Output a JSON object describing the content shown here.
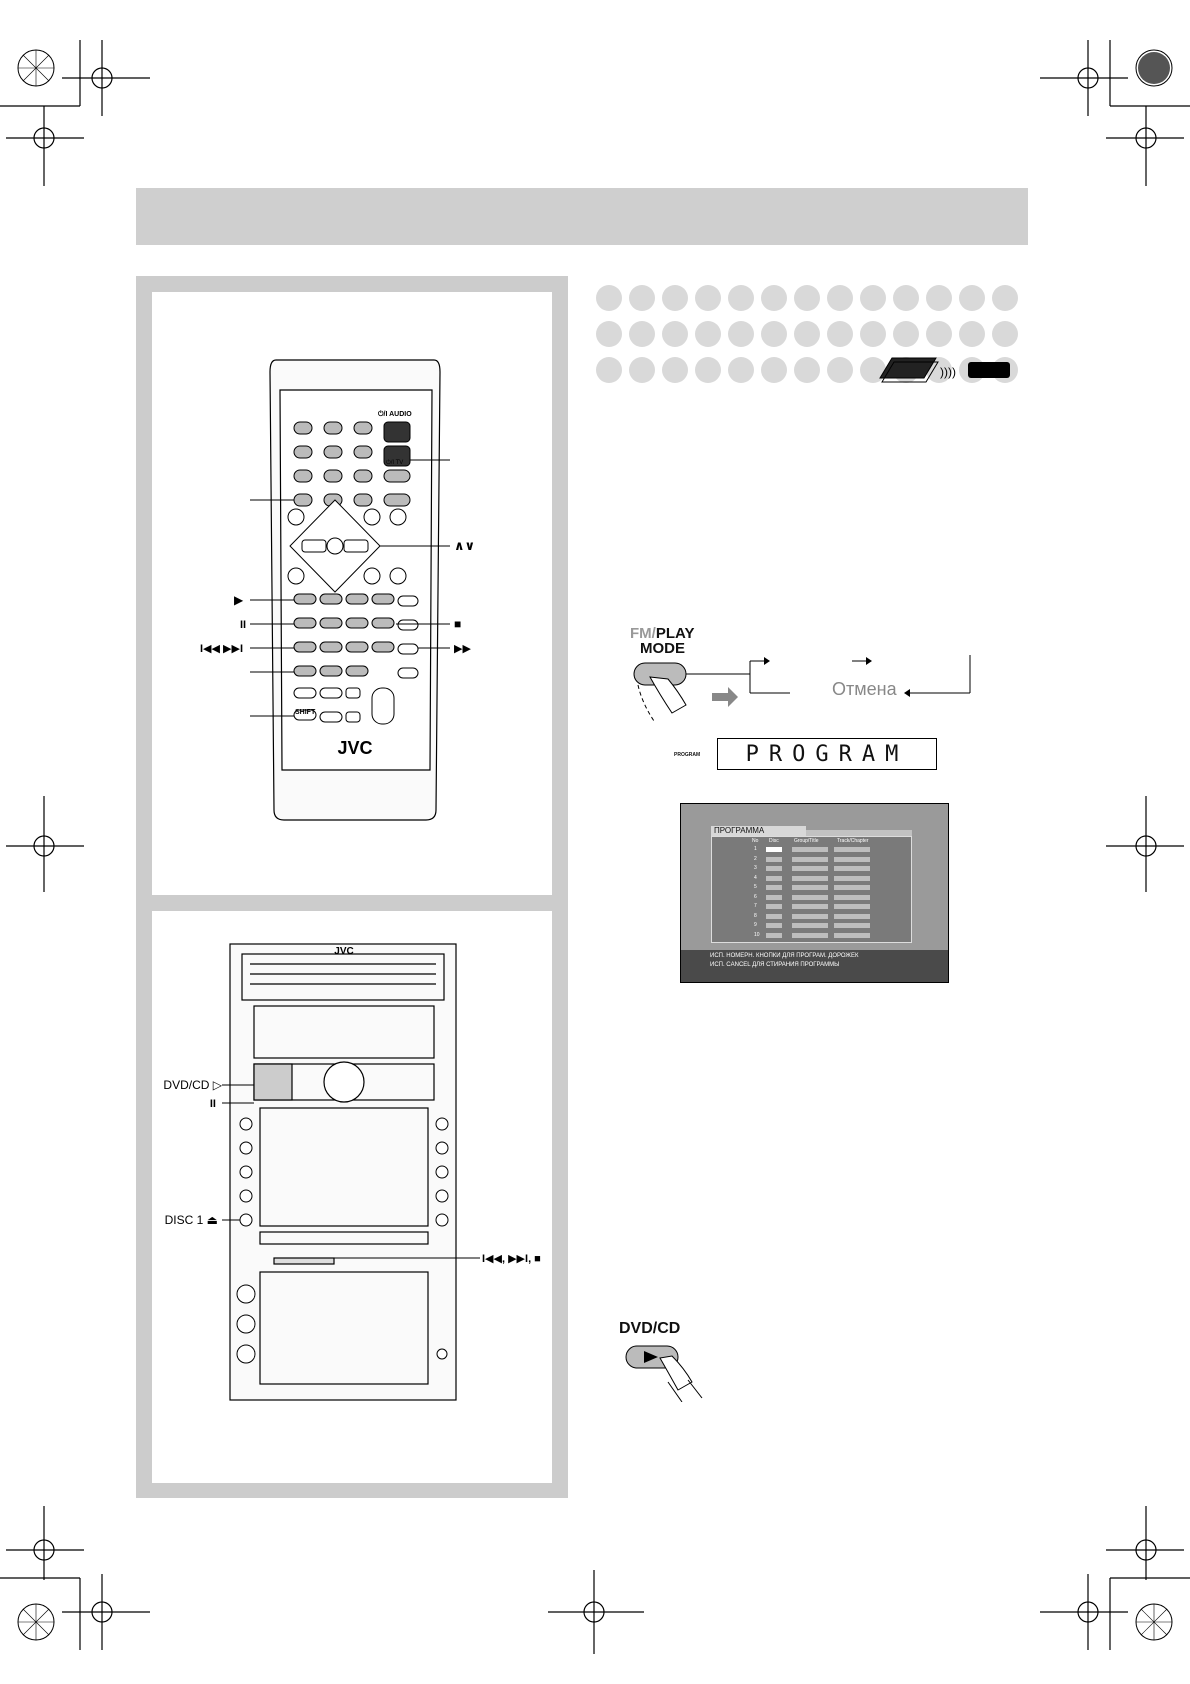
{
  "remote": {
    "brand": "JVC",
    "power_audio_label": "⏻/I AUDIO",
    "power_tv_label": "⏻/I TV",
    "shift_label": "SHIFT",
    "up_down_label": "∧∨"
  },
  "unit": {
    "brand": "JVC",
    "dvdcd_label": "DVD/CD ▷",
    "pause_label": "II",
    "disc1_label": "DISC 1 ⏏",
    "skip_stop_label": "I◀◀, ▶▶I, ■"
  },
  "play_mode": {
    "key_fm": "FM/",
    "key_play": "PLAY",
    "key_mode": "MODE",
    "cancel_label": "Отмена",
    "indicator_label": "PROGRAM",
    "display_text": "PROGRAM"
  },
  "osd": {
    "tab_label": "ПРОГРАММА",
    "col_no": "No",
    "col_disc": "Disc",
    "col_group": "Group/Title",
    "col_track": "Track/Chapter",
    "rows": [
      "1",
      "2",
      "3",
      "4",
      "5",
      "6",
      "7",
      "8",
      "9",
      "10"
    ],
    "msg_line1": "ИСП. НОМЕРН. КНОПКИ ДЛЯ ПРОГРАМ. ДОРОЖЕК",
    "msg_line2": "ИСП. CANCEL ДЛЯ СТИРАНИЯ ПРОГРАММЫ"
  },
  "dvdcd_button": {
    "label": "DVD/CD"
  },
  "colors": {
    "panel_gray": "#cccccc",
    "header_gray": "#cfcfcf",
    "dot_gray": "#d9d9d9",
    "osd_dark": "#4a4a4a"
  }
}
